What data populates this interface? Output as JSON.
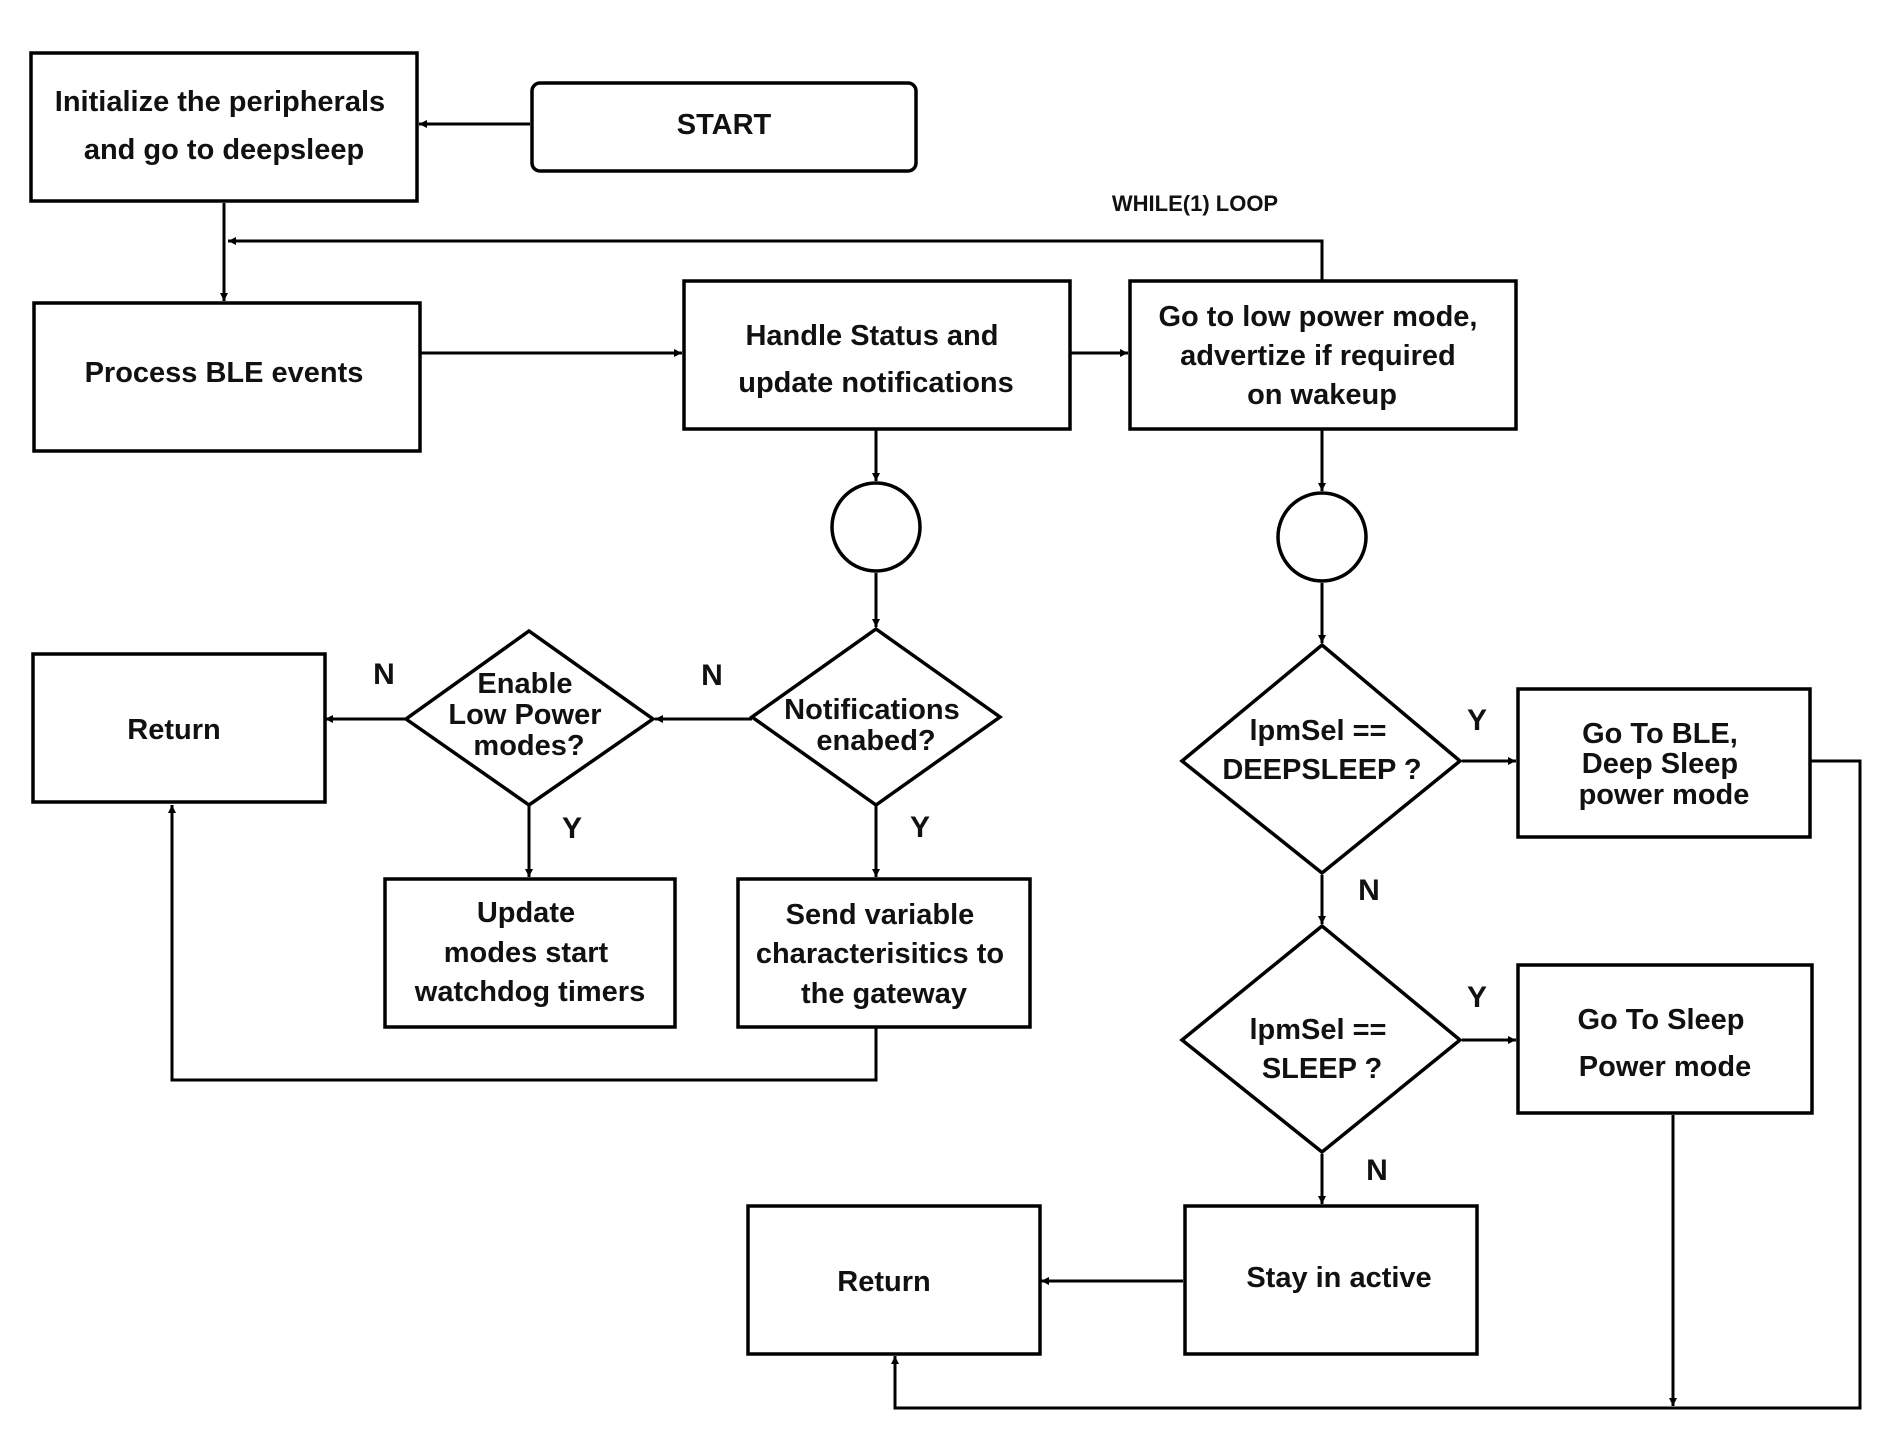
{
  "nodes": {
    "start": "START",
    "init": [
      "Initialize the peripherals",
      "and go to deepsleep"
    ],
    "process_ble": "Process BLE events",
    "handle_status": [
      "Handle Status and",
      "update notifications"
    ],
    "low_power": [
      "Go to low power mode,",
      "advertize if required",
      "on wakeup"
    ],
    "return_left": "Return",
    "enable_low_power": [
      "Enable",
      "Low Power",
      "modes?"
    ],
    "notifications_enabled": [
      "Notifications",
      "enabed?"
    ],
    "update_modes": [
      "Update",
      "modes start",
      "watchdog timers"
    ],
    "send_variable": [
      "Send variable",
      "characterisitics to",
      "the gateway"
    ],
    "lpm_deepsleep": [
      "lpmSel ==",
      "DEEPSLEEP ?"
    ],
    "go_ble_deepsleep": [
      "Go To BLE,",
      "Deep Sleep",
      "power mode"
    ],
    "lpm_sleep": [
      "lpmSel ==",
      "SLEEP ?"
    ],
    "go_sleep": [
      "Go To Sleep",
      "Power mode"
    ],
    "stay_active": "Stay in active",
    "return_bottom": "Return"
  },
  "labels": {
    "while_loop": "WHILE(1) LOOP",
    "yes": "Y",
    "no": "N"
  }
}
